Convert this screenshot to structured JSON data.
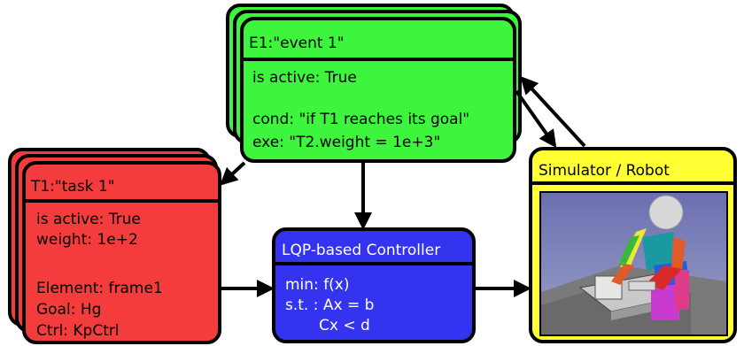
{
  "colors": {
    "event": "#3cf53c",
    "task": "#f53c3c",
    "controller": "#3434f0",
    "simulator": "#ffff33",
    "floor": "#7a7a7a",
    "sky": "#7d82b8"
  },
  "event_box": {
    "title": "E1:\"event 1\"",
    "lines": [
      "is active: True",
      "",
      "cond: \"if T1 reaches its goal\"",
      "exe: \"T2.weight = 1e+3\""
    ]
  },
  "task_box": {
    "title": "T1:\"task 1\"",
    "lines": [
      "is active: True",
      "weight: 1e+2",
      "",
      "Element: frame1",
      "Goal: Hg",
      "Ctrl: KpCtrl"
    ]
  },
  "controller_box": {
    "title": "LQP-based Controller",
    "lines": [
      "min: f(x)",
      "s.t. : Ax = b",
      "Cx < d"
    ]
  },
  "simulator_box": {
    "title": "Simulator / Robot",
    "image_icon": "robot-scene-image"
  }
}
